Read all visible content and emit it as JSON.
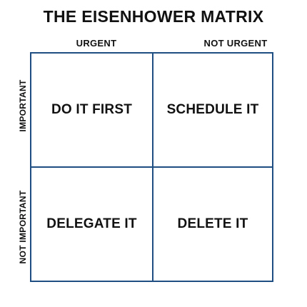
{
  "title": "THE EISENHOWER MATRIX",
  "columns": {
    "urgent": "URGENT",
    "not_urgent": "NOT URGENT"
  },
  "rows": {
    "important": "IMPORTANT",
    "not_important": "NOT IMPORTANT"
  },
  "quadrants": {
    "urgent_important": "DO IT FIRST",
    "not_urgent_important": "SCHEDULE IT",
    "urgent_not_important": "DELEGATE IT",
    "not_urgent_not_important": "DELETE IT"
  },
  "colors": {
    "grid_line": "#1f4f82",
    "text": "#111111",
    "background": "#ffffff"
  }
}
